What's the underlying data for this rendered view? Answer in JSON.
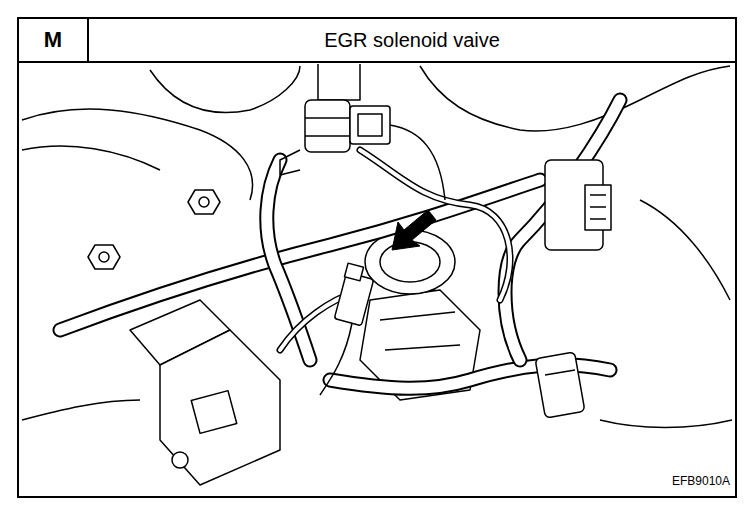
{
  "diagram": {
    "title": "EGR solenoid vaive",
    "labels": [
      "M",
      "EFB9010A"
    ]
  }
}
